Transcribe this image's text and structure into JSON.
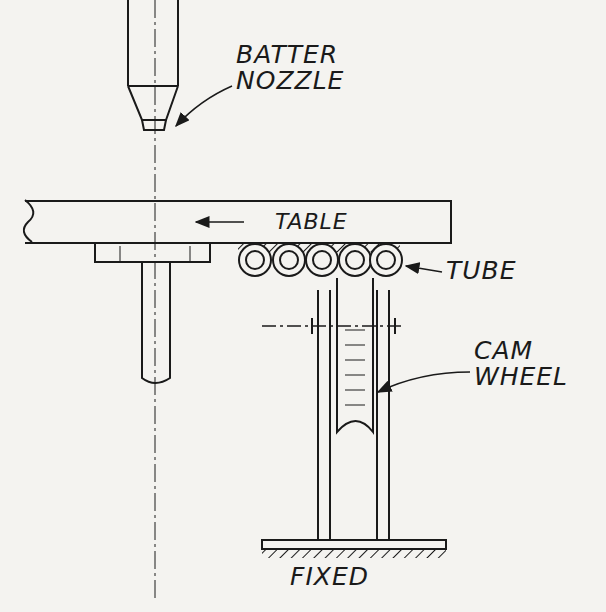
{
  "diagram": {
    "nodes": [
      {
        "text": [
          "TABLE"
        ]
      }
    ],
    "labels": [
      "BATTER NOZZLE",
      "TUBE",
      "CAM WHEEL",
      "FIXED"
    ]
  }
}
